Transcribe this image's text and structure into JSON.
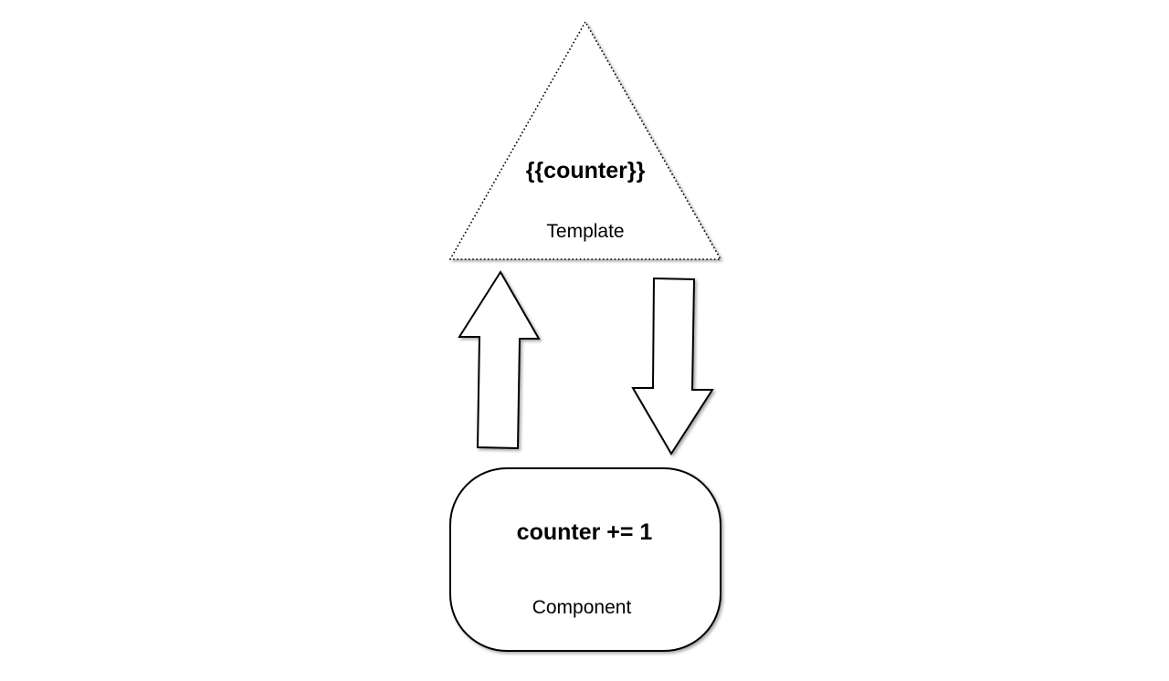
{
  "diagram": {
    "template": {
      "expression": "{{counter}}",
      "label": "Template"
    },
    "component": {
      "expression": "counter += 1",
      "label": "Component"
    },
    "arrows": [
      {
        "name": "component-to-template",
        "direction": "up"
      },
      {
        "name": "template-to-component",
        "direction": "down"
      }
    ],
    "colors": {
      "stroke": "#000000",
      "fill": "#ffffff",
      "shadow": "#9a9a9a"
    }
  }
}
